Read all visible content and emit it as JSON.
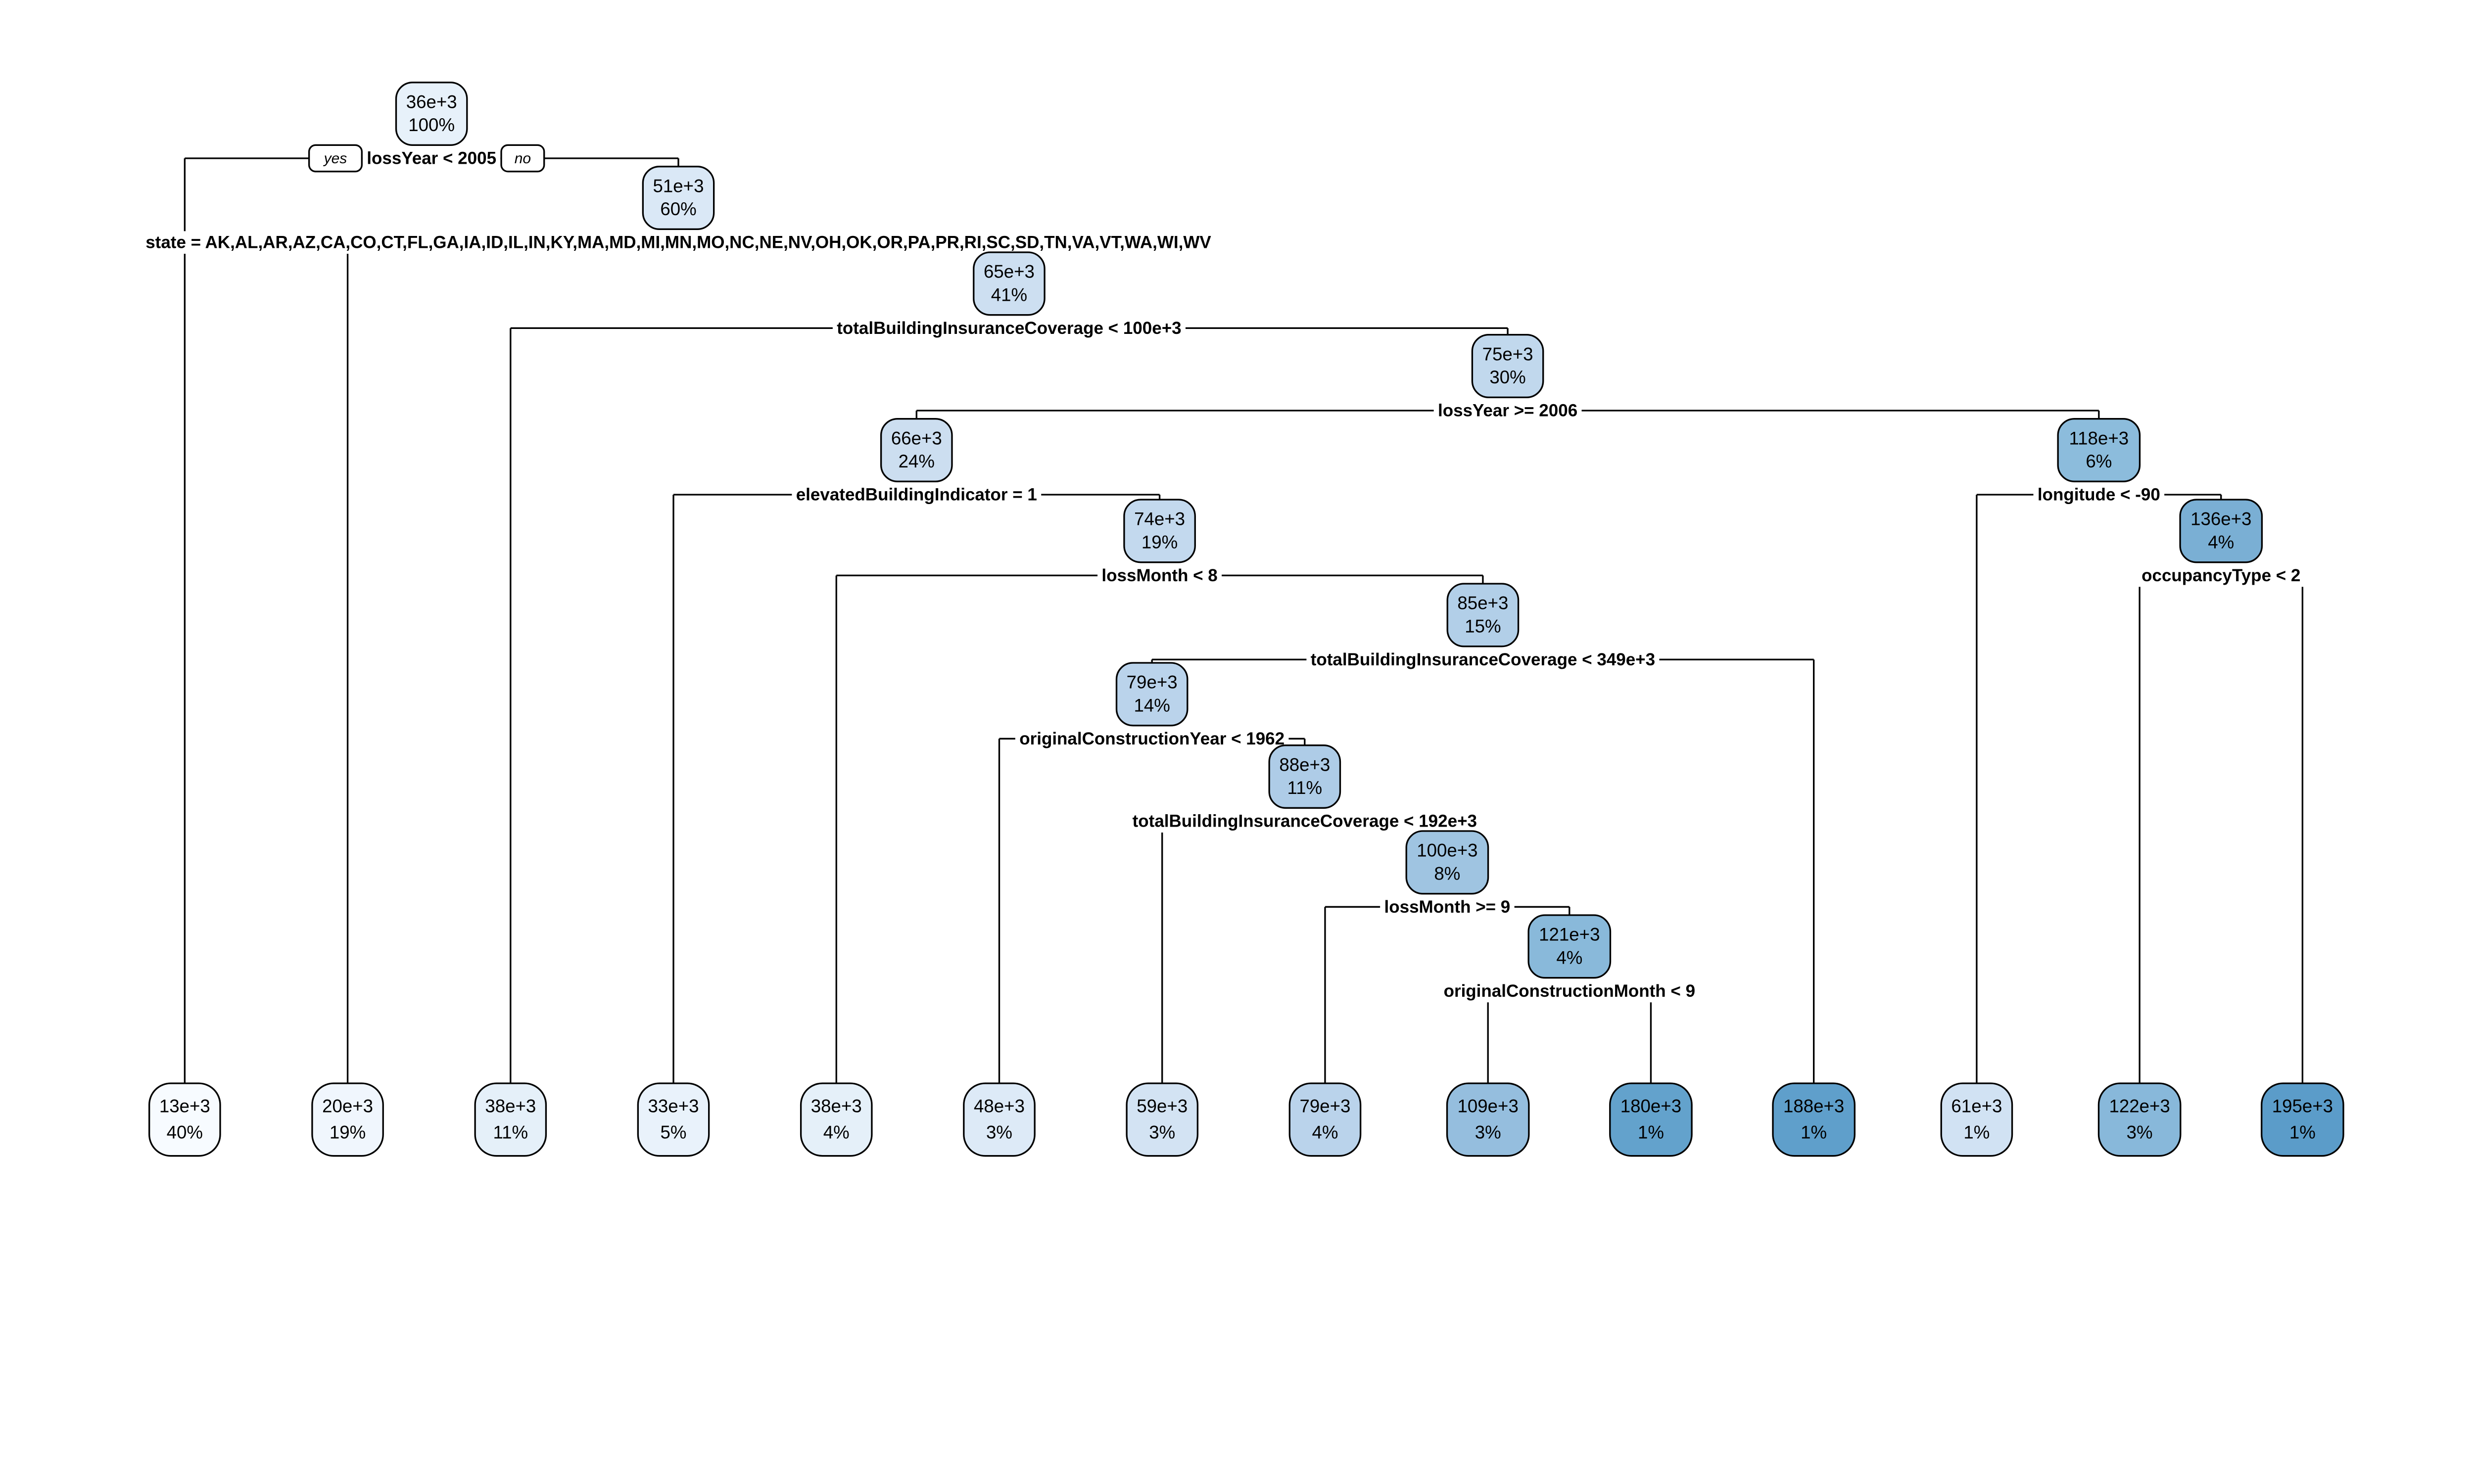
{
  "tree": {
    "background": "#ffffff",
    "edge_color": "#000000",
    "text_color": "#000000",
    "root_branch_labels": {
      "yes": "yes",
      "no": "no"
    },
    "nodes": [
      {
        "id": "n36",
        "type": "split",
        "value": "36e+3",
        "percent": "100%",
        "condition": "lossYear < 2005",
        "fill": "#E7F1FA",
        "depth": 0,
        "children": [
          "leaf13",
          "n51"
        ]
      },
      {
        "id": "n51",
        "type": "split",
        "value": "51e+3",
        "percent": "60%",
        "condition": "state = AK,AL,AR,AZ,CA,CO,CT,FL,GA,IA,ID,IL,IN,KY,MA,MD,MI,MN,MO,NC,NE,NV,OH,OK,OR,PA,PR,RI,SC,SD,TN,VA,VT,WA,WI,WV",
        "fill": "#DAE8F6",
        "depth": 1,
        "children": [
          "leaf20",
          "n65"
        ]
      },
      {
        "id": "n65",
        "type": "split",
        "value": "65e+3",
        "percent": "41%",
        "condition": "totalBuildingInsuranceCoverage < 100e+3",
        "fill": "#CDDFF1",
        "depth": 2,
        "children": [
          "leaf38a",
          "n75"
        ]
      },
      {
        "id": "n75",
        "type": "split",
        "value": "75e+3",
        "percent": "30%",
        "condition": "lossYear >= 2006",
        "fill": "#C1D8ED",
        "depth": 3,
        "children": [
          "n66",
          "n118"
        ]
      },
      {
        "id": "n66",
        "type": "split",
        "value": "66e+3",
        "percent": "24%",
        "condition": "elevatedBuildingIndicator = 1",
        "fill": "#CCDEF0",
        "depth": 4,
        "children": [
          "leaf33",
          "n74"
        ]
      },
      {
        "id": "n118",
        "type": "split",
        "value": "118e+3",
        "percent": "6%",
        "condition": "longitude < -90",
        "fill": "#8CBCDC",
        "depth": 4,
        "children": [
          "leaf61",
          "n136"
        ]
      },
      {
        "id": "n74",
        "type": "split",
        "value": "74e+3",
        "percent": "19%",
        "condition": "lossMonth < 8",
        "fill": "#C3D9EE",
        "depth": 5,
        "children": [
          "leaf38b",
          "n85"
        ]
      },
      {
        "id": "n136",
        "type": "split",
        "value": "136e+3",
        "percent": "4%",
        "condition": "occupancyType < 2",
        "fill": "#7AAFD4",
        "depth": 5,
        "children": [
          "leaf122",
          "leaf195"
        ]
      },
      {
        "id": "n85",
        "type": "split",
        "value": "85e+3",
        "percent": "15%",
        "condition": "totalBuildingInsuranceCoverage < 349e+3",
        "fill": "#B2CFE8",
        "depth": 6,
        "children": [
          "n79",
          "leaf188"
        ]
      },
      {
        "id": "n79",
        "type": "split",
        "value": "79e+3",
        "percent": "14%",
        "condition": "originalConstructionYear < 1962",
        "fill": "#BAD3EB",
        "depth": 7,
        "children": [
          "leaf48",
          "n88"
        ]
      },
      {
        "id": "n88",
        "type": "split",
        "value": "88e+3",
        "percent": "11%",
        "condition": "totalBuildingInsuranceCoverage < 192e+3",
        "fill": "#AECCE7",
        "depth": 8,
        "children": [
          "leaf59",
          "n100"
        ]
      },
      {
        "id": "n100",
        "type": "split",
        "value": "100e+3",
        "percent": "8%",
        "condition": "lossMonth >= 9",
        "fill": "#9FC4E1",
        "depth": 9,
        "children": [
          "leaf79",
          "n121"
        ]
      },
      {
        "id": "n121",
        "type": "split",
        "value": "121e+3",
        "percent": "4%",
        "condition": "originalConstructionMonth < 9",
        "fill": "#89B9DA",
        "depth": 10,
        "children": [
          "leaf109",
          "leaf180"
        ]
      },
      {
        "id": "leaf13",
        "type": "leaf",
        "value": "13e+3",
        "percent": "40%",
        "fill": "#F7FBFF",
        "slot": 0
      },
      {
        "id": "leaf20",
        "type": "leaf",
        "value": "20e+3",
        "percent": "19%",
        "fill": "#F0F6FD",
        "slot": 1
      },
      {
        "id": "leaf38a",
        "type": "leaf",
        "value": "38e+3",
        "percent": "11%",
        "fill": "#E5F0F9",
        "slot": 2
      },
      {
        "id": "leaf33",
        "type": "leaf",
        "value": "33e+3",
        "percent": "5%",
        "fill": "#E9F2FB",
        "slot": 3
      },
      {
        "id": "leaf38b",
        "type": "leaf",
        "value": "38e+3",
        "percent": "4%",
        "fill": "#E5F0F9",
        "slot": 4
      },
      {
        "id": "leaf48",
        "type": "leaf",
        "value": "48e+3",
        "percent": "3%",
        "fill": "#DDEAF7",
        "slot": 5
      },
      {
        "id": "leaf59",
        "type": "leaf",
        "value": "59e+3",
        "percent": "3%",
        "fill": "#D3E3F3",
        "slot": 6
      },
      {
        "id": "leaf79",
        "type": "leaf",
        "value": "79e+3",
        "percent": "4%",
        "fill": "#BAD3EB",
        "slot": 7
      },
      {
        "id": "leaf109",
        "type": "leaf",
        "value": "109e+3",
        "percent": "3%",
        "fill": "#95BEDE",
        "slot": 8
      },
      {
        "id": "leaf180",
        "type": "leaf",
        "value": "180e+3",
        "percent": "1%",
        "fill": "#63A2CC",
        "slot": 9
      },
      {
        "id": "leaf188",
        "type": "leaf",
        "value": "188e+3",
        "percent": "1%",
        "fill": "#5F9FCB",
        "slot": 10
      },
      {
        "id": "leaf61",
        "type": "leaf",
        "value": "61e+3",
        "percent": "1%",
        "fill": "#D1E2F3",
        "slot": 11
      },
      {
        "id": "leaf122",
        "type": "leaf",
        "value": "122e+3",
        "percent": "3%",
        "fill": "#88B8DA",
        "slot": 12
      },
      {
        "id": "leaf195",
        "type": "leaf",
        "value": "195e+3",
        "percent": "1%",
        "fill": "#5B9CC9",
        "slot": 13
      }
    ]
  }
}
